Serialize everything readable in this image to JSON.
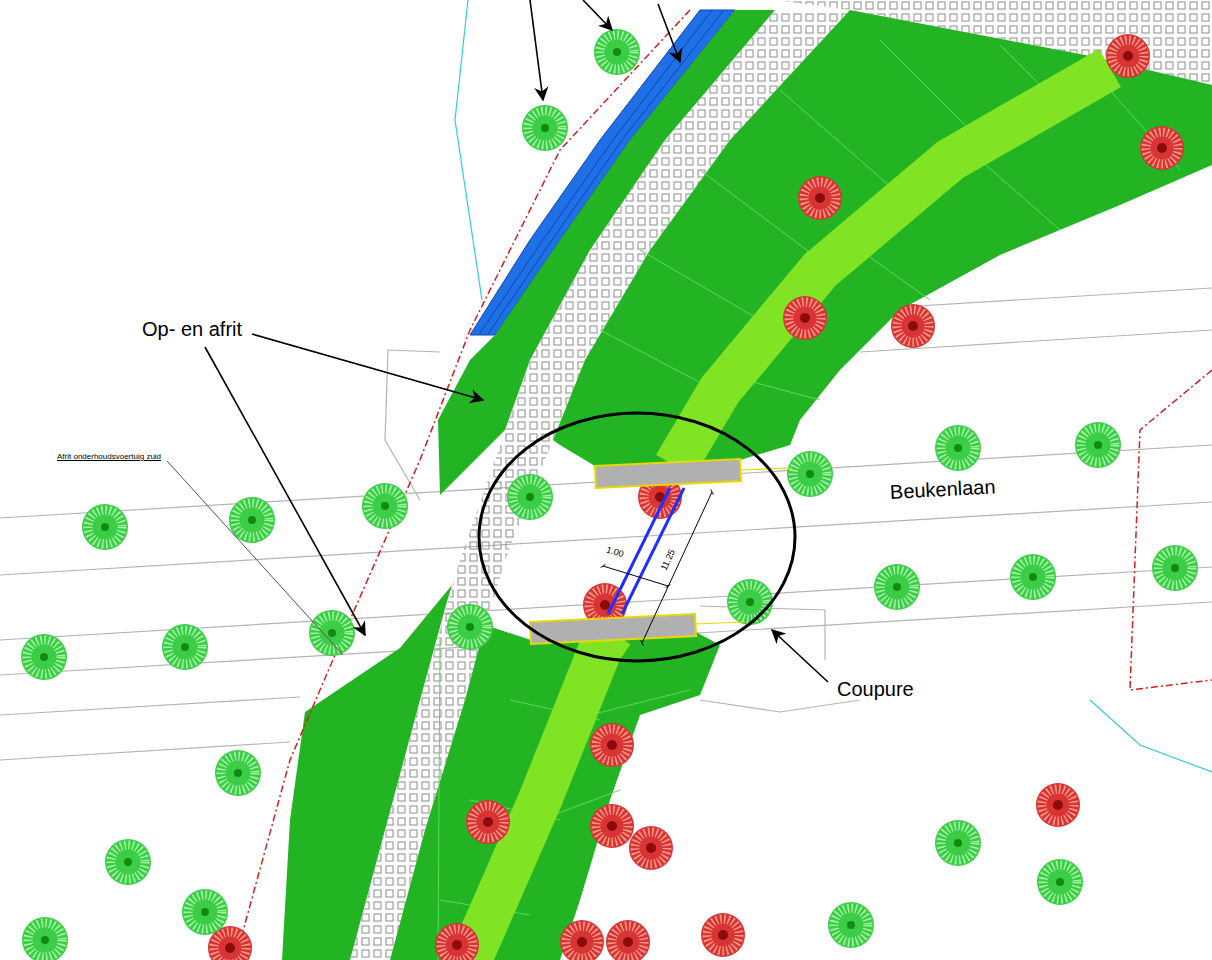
{
  "diagram": {
    "labels": [
      "Op- en afrit",
      "Afrit onderhoudsvoertuig zuid",
      "Beukenlaan",
      "1.00",
      "11.25",
      "Coupure"
    ]
  }
}
